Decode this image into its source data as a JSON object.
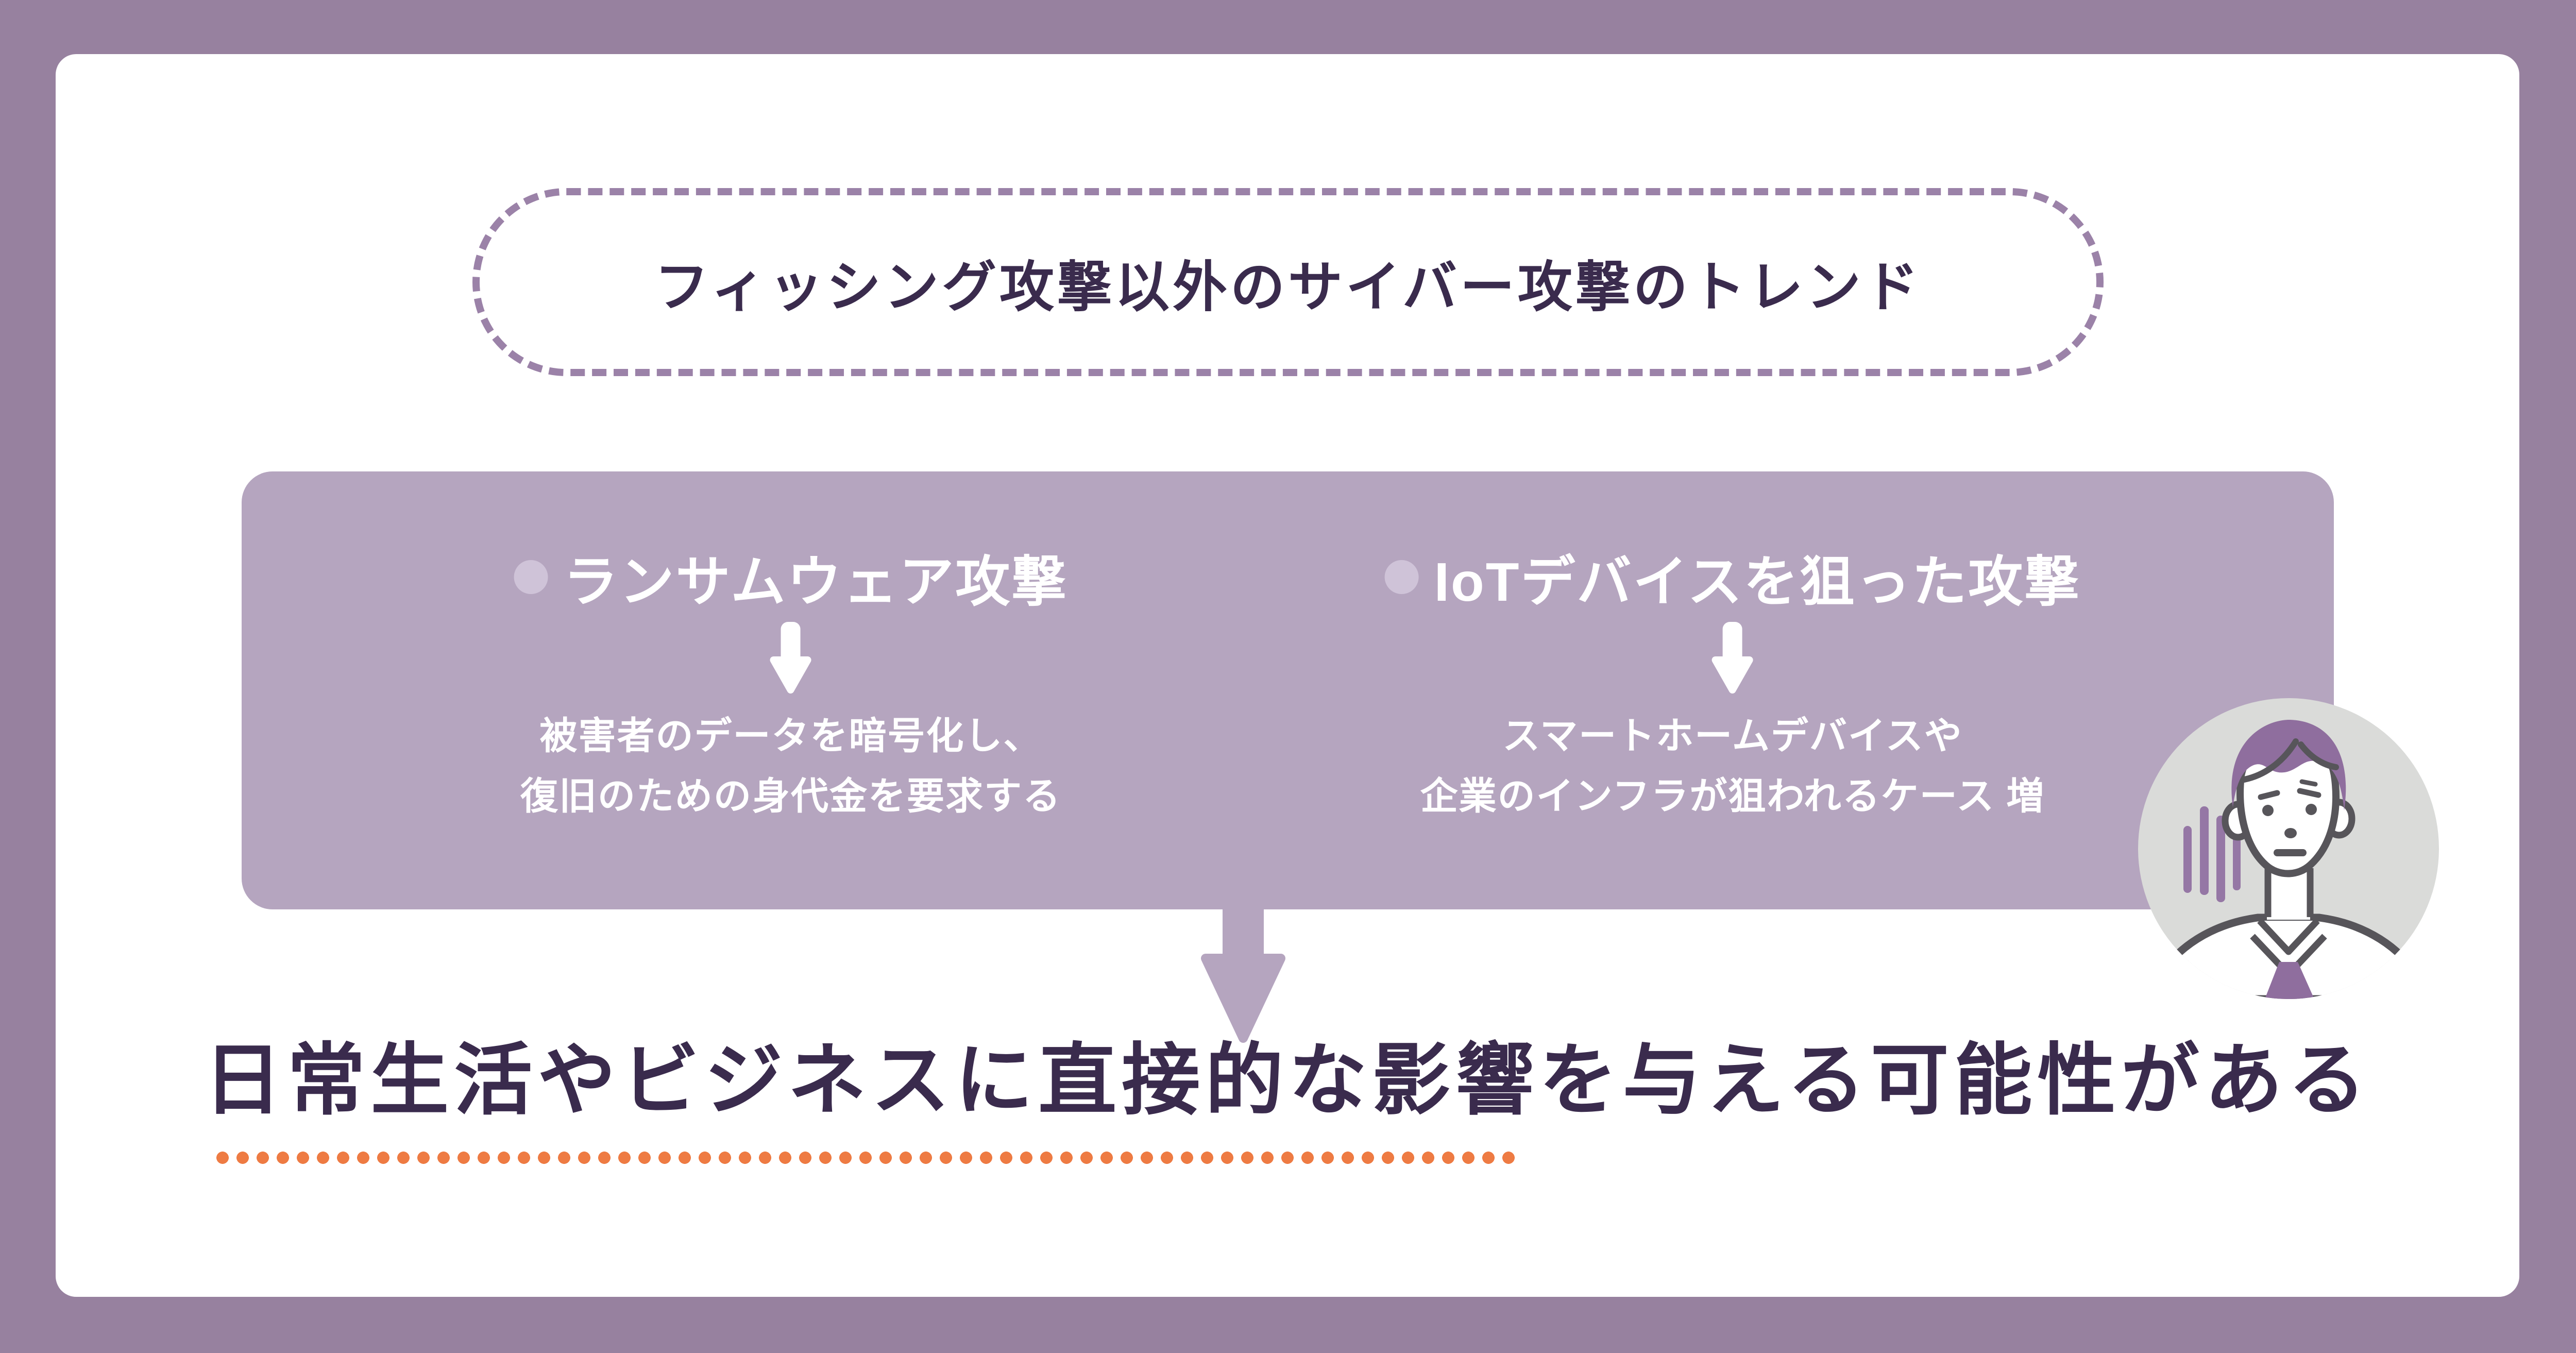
{
  "title": {
    "label": "フィッシング攻撃以外のサイバー攻撃のトレンド"
  },
  "trend_panel": {
    "items": [
      {
        "bullet_icon": "circle-bullet",
        "heading": "ランサムウェア攻撃",
        "arrow_icon": "down-arrow",
        "description_lines": [
          "被害者のデータを暗号化し、",
          "復旧のための身代金を要求する"
        ]
      },
      {
        "bullet_icon": "circle-bullet",
        "heading": "IoTデバイスを狙った攻撃",
        "arrow_icon": "down-arrow",
        "description_lines": [
          "スマートホームデバイスや",
          "企業のインフラが狙われるケース 増"
        ]
      }
    ]
  },
  "conclusion": {
    "text": "日常生活やビジネスに直接的な影響を与える可能性がある",
    "underline_style": "orange-dotted"
  },
  "icons": {
    "big_arrow": "down-arrow",
    "avatar": "worried-businessman-illustration",
    "avatar_detail": "stress-lines"
  },
  "colors": {
    "background": "#97819F",
    "card": "#FFFFFF",
    "panel": "#B5A5BF",
    "pill_border": "#9B82A8",
    "dark_text": "#3A2B4D",
    "panel_text": "#FFFFFF",
    "bullet": "#CFC3D8",
    "orange_dots": "#EE7B43",
    "avatar_background": "#DADBD9",
    "avatar_purple": "#8F6E9E",
    "avatar_outline": "#57555A"
  }
}
